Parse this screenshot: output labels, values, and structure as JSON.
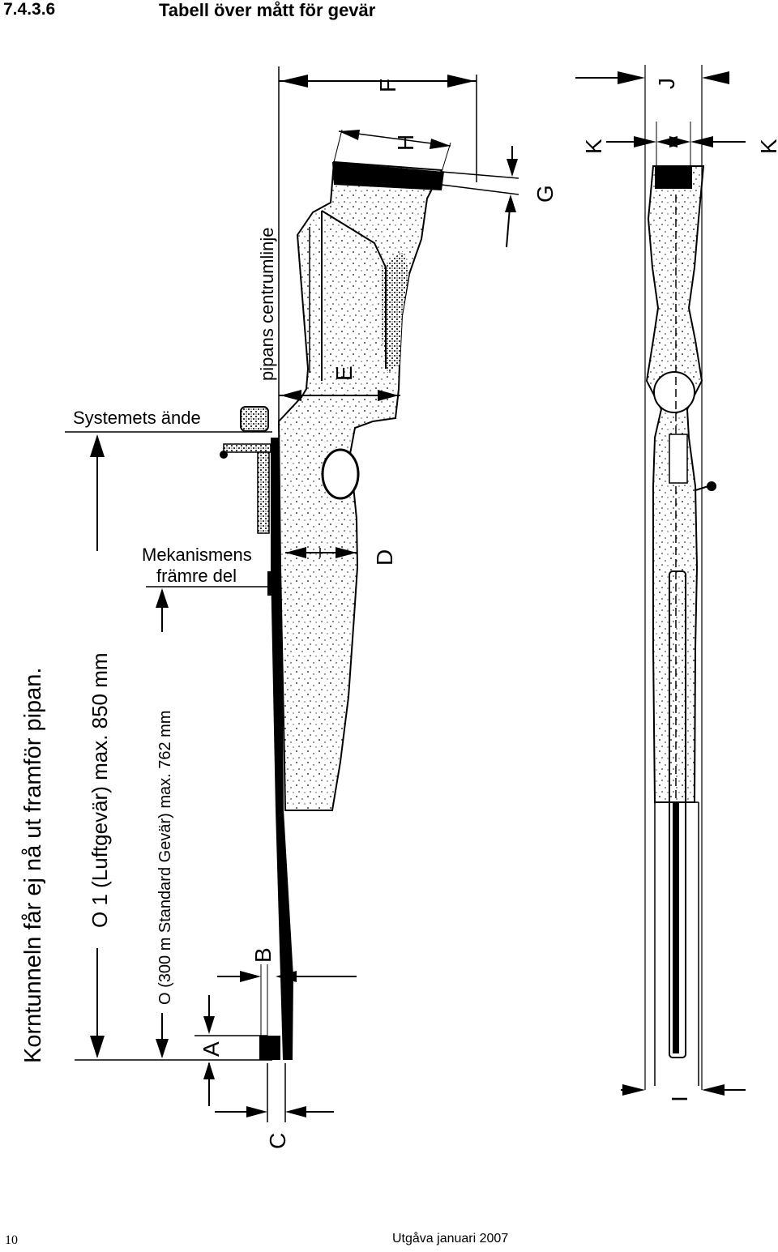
{
  "header": {
    "section_number": "7.4.3.6",
    "title": "Tabell över mått för gevär"
  },
  "labels": {
    "systemets_ande": "Systemets ände",
    "mekanismens_line1": "Mekanismens",
    "mekanismens_line2": "främre del",
    "pipans_centrumlinje": "pipans centrumlinje",
    "korntunneln_note": "Korntunneln får ej nå ut framför pipan.",
    "o1_luftgevar": "O 1 (Luftgevär) max. 850 mm",
    "o_standard": "O (300 m Standard Gevär) max. 762 mm"
  },
  "dimension_letters": {
    "A": "A",
    "B": "B",
    "C": "C",
    "D": "D",
    "E": "E",
    "F": "F",
    "G": "G",
    "H": "H",
    "I": "I",
    "J": "J",
    "K_left": "K",
    "K_right": "K"
  },
  "footer": {
    "page_number": "10",
    "edition": "Utgåva januari 2007"
  }
}
